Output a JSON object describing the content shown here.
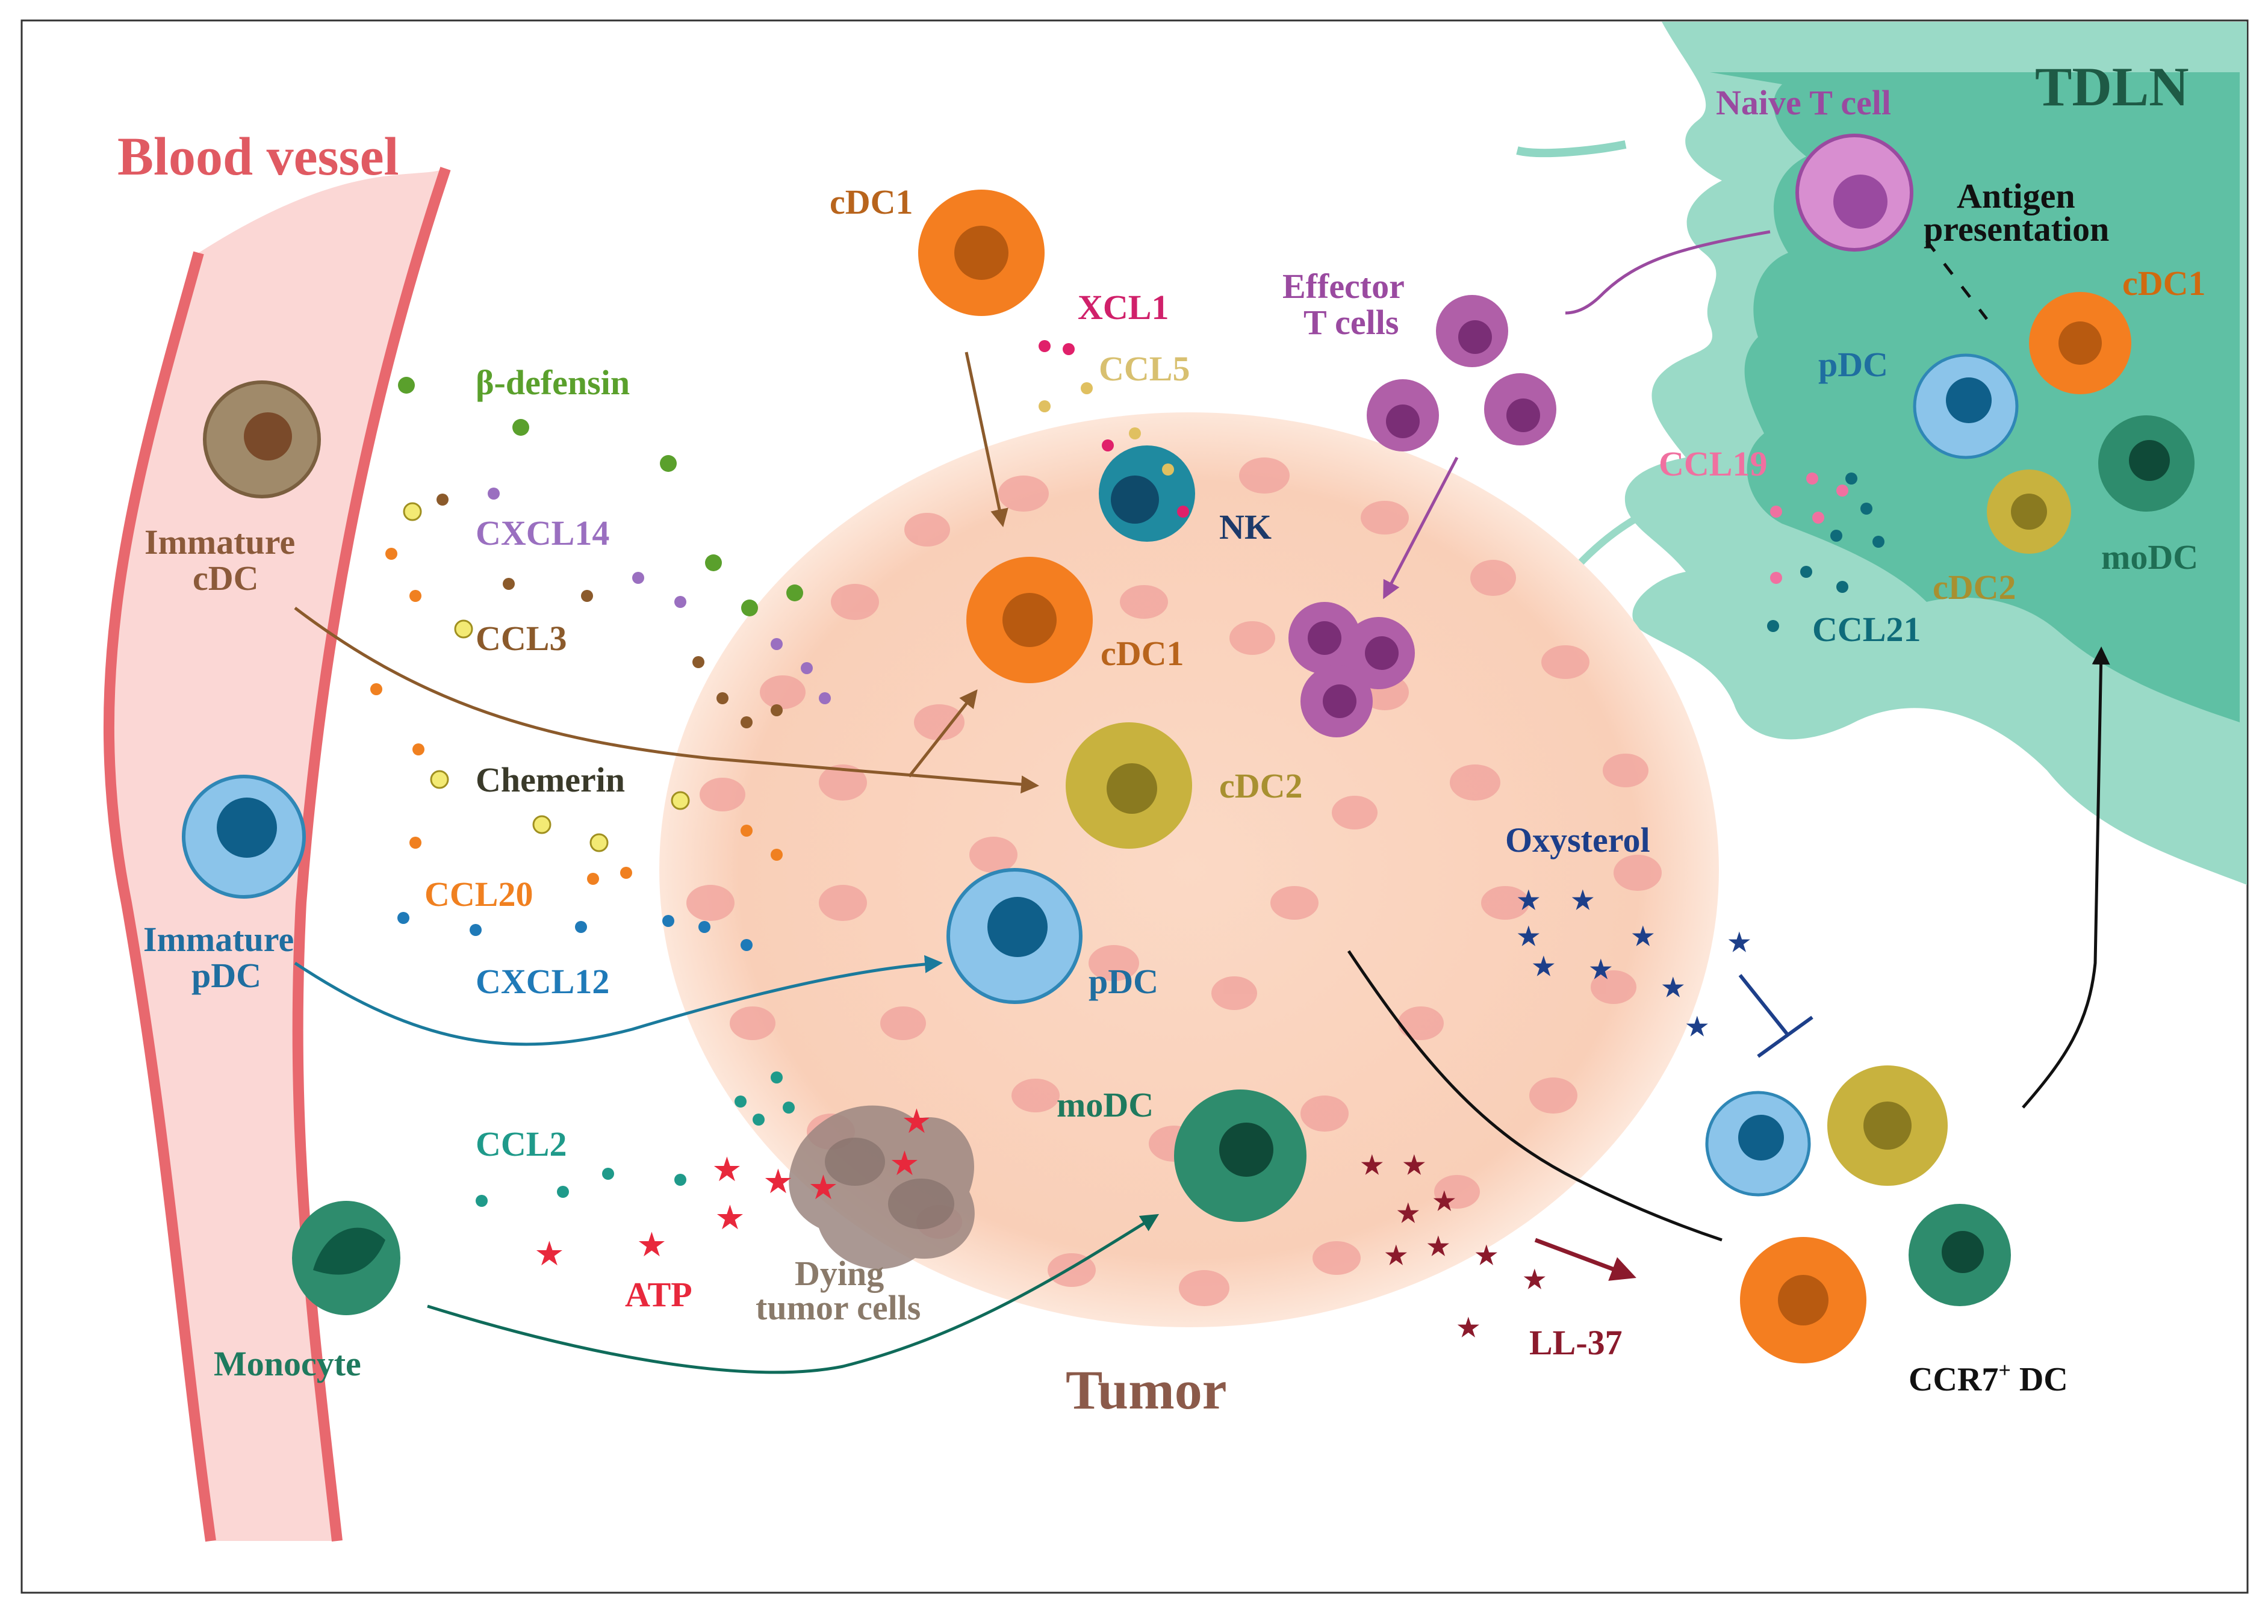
{
  "labels": {
    "blood_vessel": "Blood vessel",
    "tdln": "TDLN",
    "tumor": "Tumor",
    "immature_cdc_1": "Immature",
    "immature_cdc_2": "cDC",
    "immature_pdc_1": "Immature",
    "immature_pdc_2": "pDC",
    "monocyte": "Monocyte",
    "cdc1_top": "cDC1",
    "xcl1": "XCL1",
    "ccl5": "CCL5",
    "beta_defensin": "β-defensin",
    "cxcl14": "CXCL14",
    "ccl3": "CCL3",
    "chemerin": "Chemerin",
    "ccl20": "CCL20",
    "cxcl12": "CXCL12",
    "ccl2": "CCL2",
    "atp": "ATP",
    "dying_1": "Dying",
    "dying_2": "tumor cells",
    "nk": "NK",
    "cdc1_tumor": "cDC1",
    "cdc2_tumor": "cDC2",
    "pdc_tumor": "pDC",
    "modc_tumor": "moDC",
    "effector_1": "Effector",
    "effector_2": "T cells",
    "naive_t": "Naive T cell",
    "antigen_1": "Antigen",
    "antigen_2": "presentation",
    "cdc1_tdln": "cDC1",
    "pdc_tdln": "pDC",
    "ccl19": "CCL19",
    "ccl21": "CCL21",
    "cdc2_tdln": "cDC2",
    "modc_tdln": "moDC",
    "oxysterol": "Oxysterol",
    "ll37": "LL-37",
    "ccr7_dc": "CCR7",
    "ccr7_sup": "+",
    "ccr7_dc_suffix": " DC"
  },
  "colors": {
    "vessel": "#e8686e",
    "vessel_fill": "#fbd7d5",
    "tumor_fill": "#fbd9c5",
    "tumor_cell": "#f1a7a0",
    "tdln_fill": "#8fd6c3",
    "tdln_inner": "#4fb89b",
    "cdc1": "#f47e20",
    "cdc2": "#c8b23e",
    "pdc": "#8bc4ea",
    "modc": "#2e8c6d",
    "effector": "#b05fa8",
    "nk": "#1f8aa0",
    "brown_arrow": "#8b5a2b",
    "blue_arrow": "#1a7a9c",
    "green_arrow": "#0f6b5a",
    "purple_arrow": "#9a4aa0",
    "ll37": "#8b1a2c",
    "oxysterol": "#1d3f8a",
    "atp": "#e8283c"
  }
}
